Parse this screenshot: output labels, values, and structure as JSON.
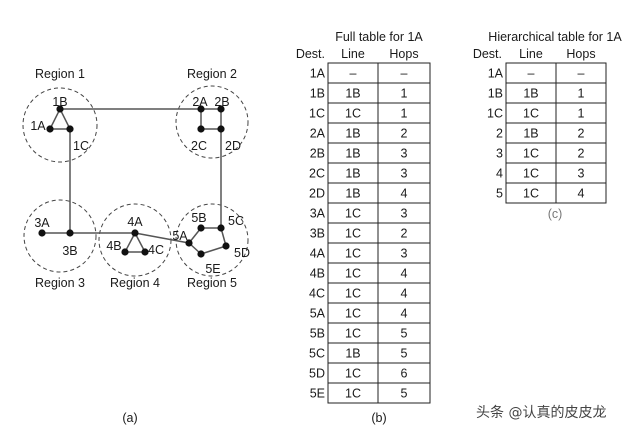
{
  "diagram": {
    "caption": "(a)",
    "regions": [
      {
        "id": "1",
        "label": "Region 1"
      },
      {
        "id": "2",
        "label": "Region 2"
      },
      {
        "id": "3",
        "label": "Region 3"
      },
      {
        "id": "4",
        "label": "Region 4"
      },
      {
        "id": "5",
        "label": "Region 5"
      }
    ],
    "nodes": [
      {
        "id": "1A",
        "region": "1"
      },
      {
        "id": "1B",
        "region": "1"
      },
      {
        "id": "1C",
        "region": "1"
      },
      {
        "id": "2A",
        "region": "2"
      },
      {
        "id": "2B",
        "region": "2"
      },
      {
        "id": "2C",
        "region": "2"
      },
      {
        "id": "2D",
        "region": "2"
      },
      {
        "id": "3A",
        "region": "3"
      },
      {
        "id": "3B",
        "region": "3"
      },
      {
        "id": "4A",
        "region": "4"
      },
      {
        "id": "4B",
        "region": "4"
      },
      {
        "id": "4C",
        "region": "4"
      },
      {
        "id": "5A",
        "region": "5"
      },
      {
        "id": "5B",
        "region": "5"
      },
      {
        "id": "5C",
        "region": "5"
      },
      {
        "id": "5D",
        "region": "5"
      },
      {
        "id": "5E",
        "region": "5"
      }
    ],
    "edges": [
      [
        "1A",
        "1B"
      ],
      [
        "1B",
        "1C"
      ],
      [
        "1A",
        "1C"
      ],
      [
        "1B",
        "2A"
      ],
      [
        "1C",
        "3B"
      ],
      [
        "2A",
        "2B"
      ],
      [
        "2A",
        "2C"
      ],
      [
        "2C",
        "2D"
      ],
      [
        "2B",
        "2D"
      ],
      [
        "2D",
        "5C"
      ],
      [
        "3A",
        "3B"
      ],
      [
        "3B",
        "4A"
      ],
      [
        "4A",
        "4B"
      ],
      [
        "4A",
        "4C"
      ],
      [
        "4B",
        "4C"
      ],
      [
        "4A",
        "5A"
      ],
      [
        "5A",
        "5B"
      ],
      [
        "5B",
        "5C"
      ],
      [
        "5C",
        "5D"
      ],
      [
        "5D",
        "5E"
      ],
      [
        "5E",
        "5A"
      ]
    ]
  },
  "full_table": {
    "title": "Full table for 1A",
    "caption": "(b)",
    "headers": {
      "dest": "Dest.",
      "line": "Line",
      "hops": "Hops"
    },
    "rows": [
      {
        "dest": "1A",
        "line": "–",
        "hops": "–"
      },
      {
        "dest": "1B",
        "line": "1B",
        "hops": "1"
      },
      {
        "dest": "1C",
        "line": "1C",
        "hops": "1"
      },
      {
        "dest": "2A",
        "line": "1B",
        "hops": "2"
      },
      {
        "dest": "2B",
        "line": "1B",
        "hops": "3"
      },
      {
        "dest": "2C",
        "line": "1B",
        "hops": "3"
      },
      {
        "dest": "2D",
        "line": "1B",
        "hops": "4"
      },
      {
        "dest": "3A",
        "line": "1C",
        "hops": "3"
      },
      {
        "dest": "3B",
        "line": "1C",
        "hops": "2"
      },
      {
        "dest": "4A",
        "line": "1C",
        "hops": "3"
      },
      {
        "dest": "4B",
        "line": "1C",
        "hops": "4"
      },
      {
        "dest": "4C",
        "line": "1C",
        "hops": "4"
      },
      {
        "dest": "5A",
        "line": "1C",
        "hops": "4"
      },
      {
        "dest": "5B",
        "line": "1C",
        "hops": "5"
      },
      {
        "dest": "5C",
        "line": "1B",
        "hops": "5"
      },
      {
        "dest": "5D",
        "line": "1C",
        "hops": "6"
      },
      {
        "dest": "5E",
        "line": "1C",
        "hops": "5"
      }
    ]
  },
  "hier_table": {
    "title": "Hierarchical table for 1A",
    "caption": "(c)",
    "headers": {
      "dest": "Dest.",
      "line": "Line",
      "hops": "Hops"
    },
    "rows": [
      {
        "dest": "1A",
        "line": "–",
        "hops": "–"
      },
      {
        "dest": "1B",
        "line": "1B",
        "hops": "1"
      },
      {
        "dest": "1C",
        "line": "1C",
        "hops": "1"
      },
      {
        "dest": "2",
        "line": "1B",
        "hops": "2"
      },
      {
        "dest": "3",
        "line": "1C",
        "hops": "2"
      },
      {
        "dest": "4",
        "line": "1C",
        "hops": "3"
      },
      {
        "dest": "5",
        "line": "1C",
        "hops": "4"
      }
    ]
  },
  "watermark": "头条 @认真的皮皮龙"
}
